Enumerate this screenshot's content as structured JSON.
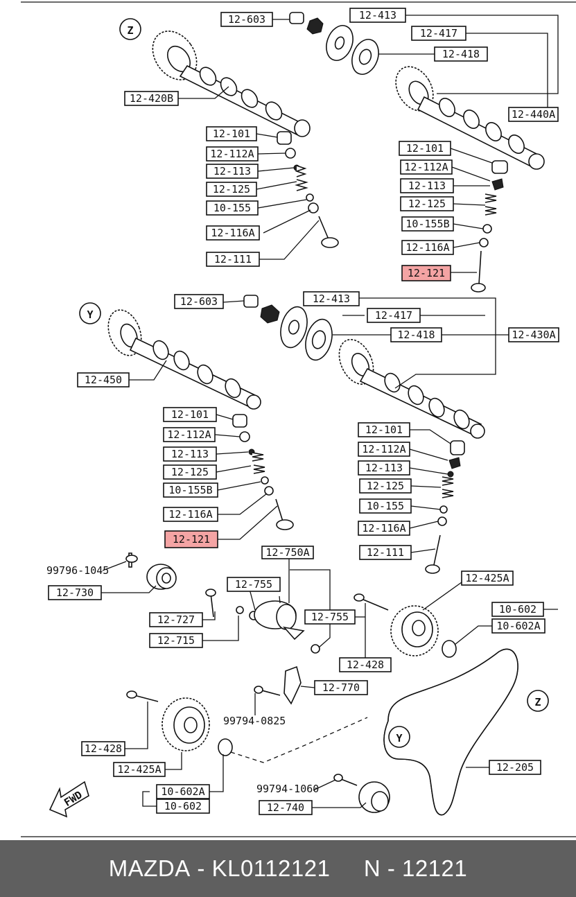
{
  "callouts": {
    "z_top": "Z",
    "y_mid": "Y",
    "z_belt": "Z",
    "y_belt": "Y"
  },
  "labels": {
    "tl_603": "12-603",
    "tl_413": "12-413",
    "tl_417": "12-417",
    "tl_418": "12-418",
    "tl_420b": "12-420B",
    "tl_440a": "12-440A",
    "tl_101": "12-101",
    "tl_112a": "12-112A",
    "tl_113": "12-113",
    "tl_125": "12-125",
    "tl_155": "10-155",
    "tl_116a": "12-116A",
    "tl_111": "12-111",
    "tr_101": "12-101",
    "tr_112a": "12-112A",
    "tr_113": "12-113",
    "tr_125": "12-125",
    "tr_155b": "10-155B",
    "tr_116a": "12-116A",
    "tr_121": "12-121",
    "ml_603": "12-603",
    "ml_413": "12-413",
    "ml_417": "12-417",
    "ml_418": "12-418",
    "ml_430a": "12-430A",
    "ml_450": "12-450",
    "ml_101": "12-101",
    "ml_112a": "12-112A",
    "ml_113": "12-113",
    "ml_125": "12-125",
    "ml_155b": "10-155B",
    "ml_116a": "12-116A",
    "ml_121": "12-121",
    "mr_101": "12-101",
    "mr_112a": "12-112A",
    "mr_113": "12-113",
    "mr_125": "12-125",
    "mr_155": "10-155",
    "mr_116a": "12-116A",
    "mr_111": "12-111",
    "b_1045": "99796-1045",
    "b_730": "12-730",
    "b_750a": "12-750A",
    "b_755a": "12-755",
    "b_727": "12-727",
    "b_715": "12-715",
    "b_755b": "12-755",
    "b_425a_top": "12-425A",
    "b_602_top": "10-602",
    "b_602a_top": "10-602A",
    "b_428_mid": "12-428",
    "b_770": "12-770",
    "b_0825": "99794-0825",
    "b_428_low": "12-428",
    "b_425a_low": "12-425A",
    "b_602a_low": "10-602A",
    "b_602_low": "10-602",
    "b_1060": "99794-1060",
    "b_740": "12-740",
    "b_205": "12-205",
    "fwd": "FWD"
  },
  "highlight_color": "#f4a4a4",
  "footer": {
    "brand": "MAZDA",
    "sep": " - ",
    "part_no": "KL0112121",
    "gap": "     ",
    "ref": "N - 12121"
  }
}
